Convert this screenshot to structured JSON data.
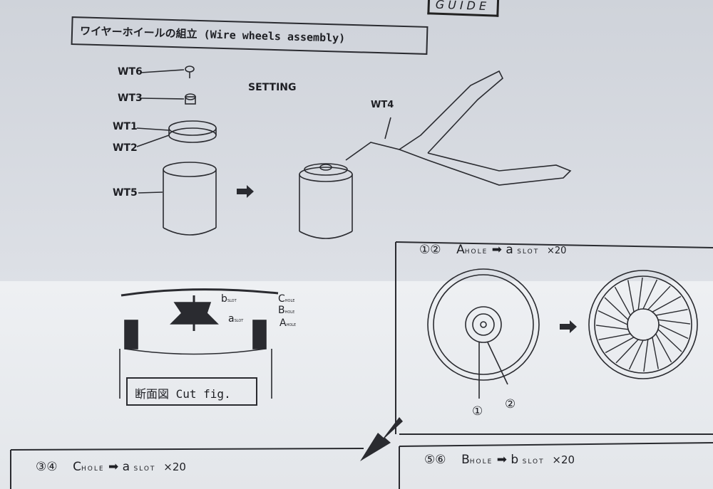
{
  "header": {
    "guide_label": "GUIDE",
    "title": "ワイヤーホイールの組立 (Wire wheels assembly)"
  },
  "parts": {
    "wt6": "WT6",
    "wt3": "WT3",
    "wt1": "WT1",
    "wt2": "WT2",
    "wt5": "WT5",
    "wt4": "WT4",
    "setting": "SETTING"
  },
  "cut_figure": {
    "b_slot": "b",
    "a_slot": "a",
    "slot": "SLOT",
    "c_hole": "C",
    "b_hole": "B",
    "a_hole": "A",
    "hole": "HOLE",
    "caption": "断面図  Cut fig."
  },
  "steps": [
    {
      "nums": "①②",
      "from": "A",
      "from_sub": "HOLE",
      "to": "a",
      "to_sub": "SLOT",
      "count": "×20"
    },
    {
      "nums": "③④",
      "from": "C",
      "from_sub": "HOLE",
      "to": "a",
      "to_sub": "SLOT",
      "count": "×20"
    },
    {
      "nums": "⑤⑥",
      "from": "B",
      "from_sub": "HOLE",
      "to": "b",
      "to_sub": "SLOT",
      "count": "×20"
    }
  ],
  "callouts": {
    "one": "①",
    "two": "②"
  },
  "arrow": "➡"
}
